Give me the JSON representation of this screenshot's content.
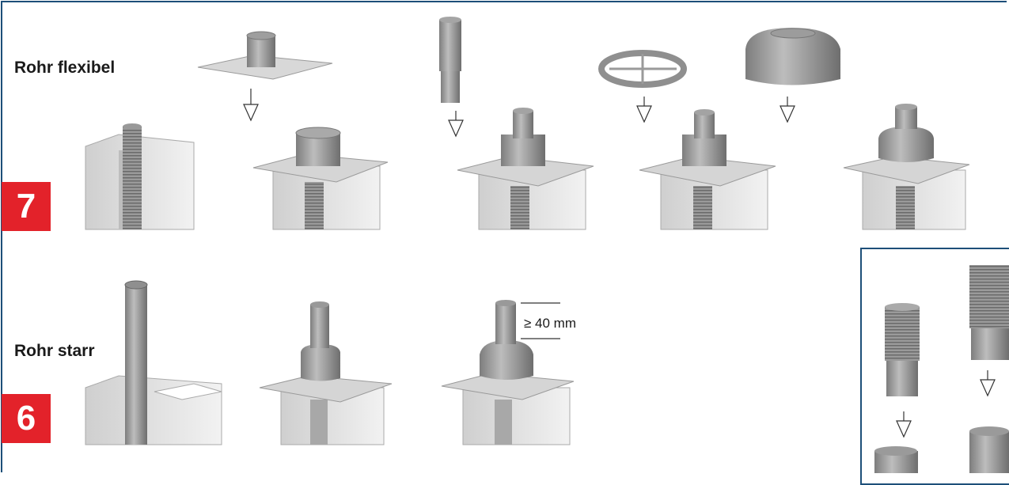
{
  "sections": {
    "top": {
      "label": "Rohr flexibel",
      "step": "7"
    },
    "bottom": {
      "label": "Rohr starr",
      "step": "6"
    }
  },
  "dimension": {
    "text": "≥ 40 mm"
  },
  "colors": {
    "frame": "#1d4f79",
    "badge": "#e3222a",
    "part_light": "#d9d9d9",
    "part_mid": "#b3b3b3",
    "part_dark": "#8c8c8c",
    "shaft": "#e6e6e6"
  }
}
